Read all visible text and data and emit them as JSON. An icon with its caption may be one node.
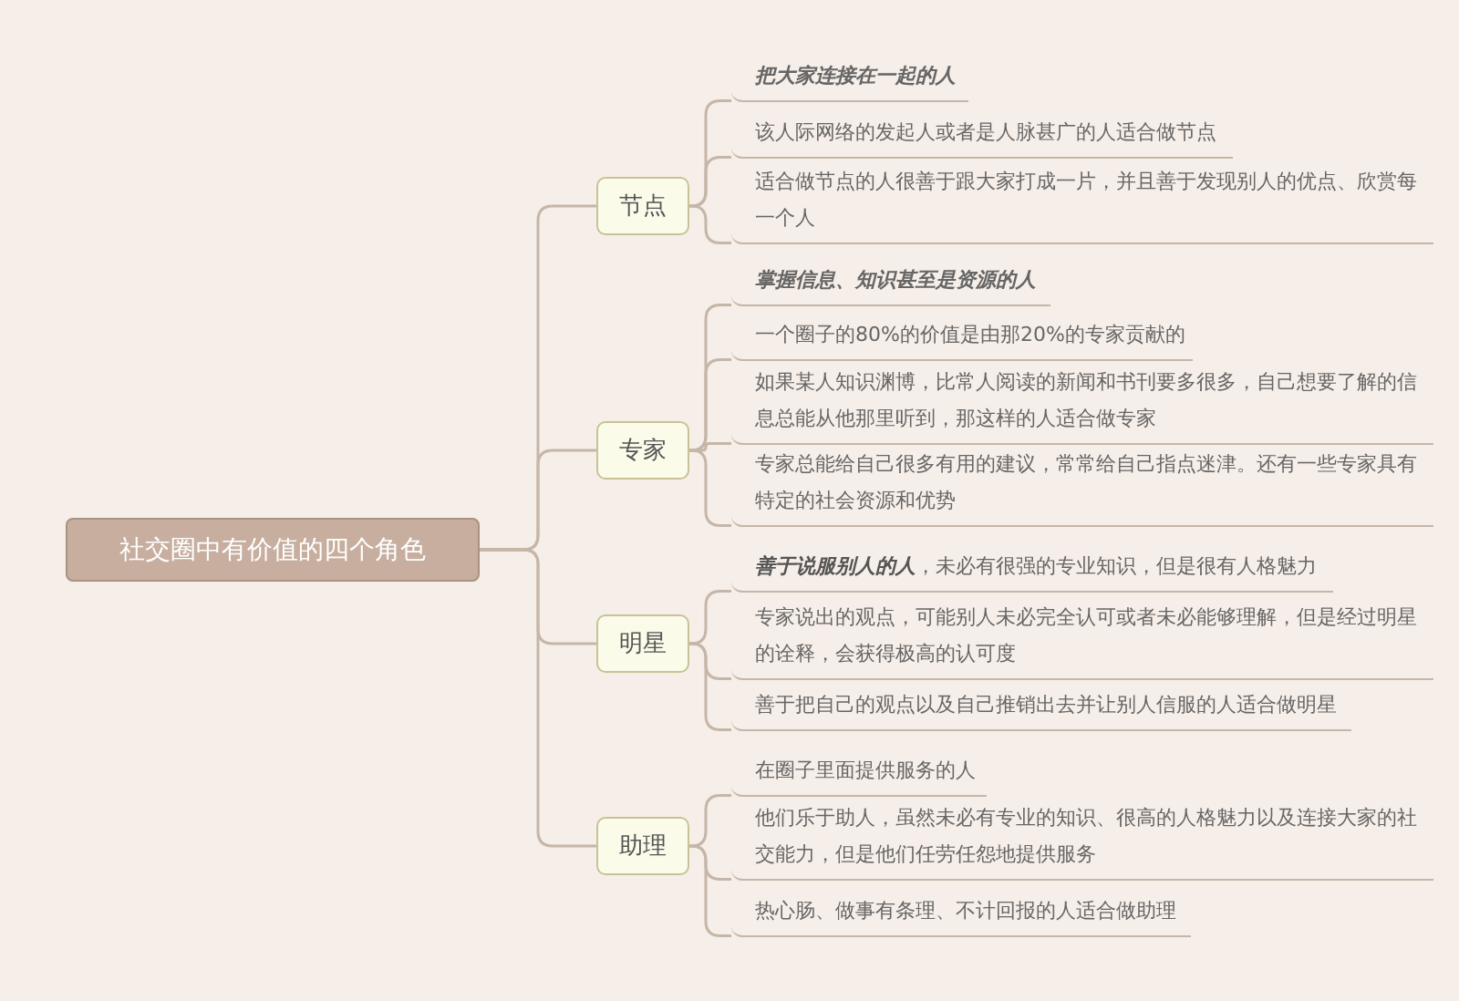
{
  "diagram": {
    "nodes": [
      {
        "text": [
          "社交圈中有价值的四个角色"
        ]
      },
      {
        "text": [
          "节点"
        ]
      },
      {
        "text": [
          "把大家连接在一起的人"
        ]
      },
      {
        "text": [
          "该人际网络的发起人或者是人脉甚广的人适合做节点"
        ]
      },
      {
        "text": [
          "适合做节点的人很善于跟大家打成一片，并且善于发现别人的优点、欣赏每一个人"
        ]
      },
      {
        "text": [
          "专家"
        ]
      },
      {
        "text": [
          "掌握信息、知识甚至是资源的人"
        ]
      },
      {
        "text": [
          "一个圈子的80%的价值是由那20%的专家贡献的"
        ]
      },
      {
        "text": [
          "如果某人知识渊博，比常人阅读的新闻和书刊要多很多，自己想要了解的信息总能从他那里听到，那这样的人适合做专家"
        ]
      },
      {
        "text": [
          "专家总能给自己很多有用的建议，常常给自己指点迷津。还有一些专家具有特定的社会资源和优势"
        ]
      },
      {
        "text": [
          "明星"
        ]
      },
      {
        "text": [
          "**善于说服别人的人**，未必有很强的专业知识，但是很有人格魅力"
        ]
      },
      {
        "text": [
          "专家说出的观点，可能别人未必完全认可或者未必能够理解，但是经过明星的诠释，会获得极高的认可度"
        ]
      },
      {
        "text": [
          "善于把自己的观点以及自己推销出去并让别人信服的人适合做明星"
        ]
      },
      {
        "text": [
          "助理"
        ]
      },
      {
        "text": [
          "在圈子里面提供服务的人"
        ]
      },
      {
        "text": [
          "他们乐于助人，虽然未必有专业的知识、很高的人格魅力以及连接大家的社交能力，但是他们任劳任怨地提供服务"
        ]
      },
      {
        "text": [
          "热心肠、做事有条理、不计回报的人适合做助理"
        ]
      }
    ],
    "edges": [
      {
        "from": 0,
        "to": 1,
        "arrow": "none"
      },
      {
        "from": 0,
        "to": 5,
        "arrow": "none"
      },
      {
        "from": 0,
        "to": 10,
        "arrow": "none"
      },
      {
        "from": 0,
        "to": 14,
        "arrow": "none"
      },
      {
        "from": 1,
        "to": 2,
        "arrow": "none"
      },
      {
        "from": 1,
        "to": 3,
        "arrow": "none"
      },
      {
        "from": 1,
        "to": 4,
        "arrow": "none"
      },
      {
        "from": 5,
        "to": 6,
        "arrow": "none"
      },
      {
        "from": 5,
        "to": 7,
        "arrow": "none"
      },
      {
        "from": 5,
        "to": 8,
        "arrow": "none"
      },
      {
        "from": 5,
        "to": 9,
        "arrow": "none"
      },
      {
        "from": 10,
        "to": 11,
        "arrow": "none"
      },
      {
        "from": 10,
        "to": 12,
        "arrow": "none"
      },
      {
        "from": 10,
        "to": 13,
        "arrow": "none"
      },
      {
        "from": 14,
        "to": 15,
        "arrow": "none"
      },
      {
        "from": 14,
        "to": 16,
        "arrow": "none"
      },
      {
        "from": 14,
        "to": 17,
        "arrow": "none"
      }
    ]
  }
}
